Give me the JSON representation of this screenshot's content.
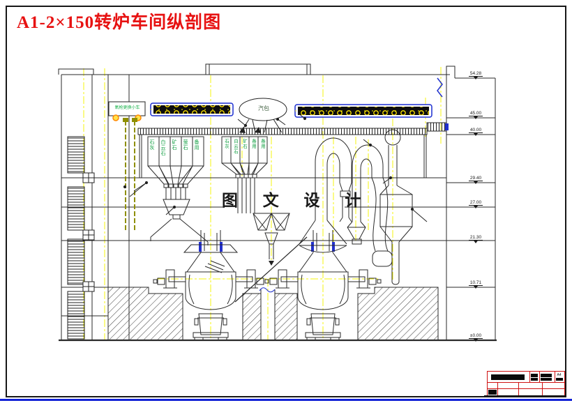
{
  "page": {
    "title": "A1-2×150转炉车间纵剖图",
    "watermark": "图 文 设 计"
  },
  "labels": {
    "steam_drum": "汽包",
    "lance_trolley": "氧枪更换小车"
  },
  "bins": {
    "group_a": {
      "labels": [
        "石灰",
        "白云石",
        "矿石",
        "萤石",
        "备用"
      ]
    },
    "group_b": {
      "labels": [
        "石灰",
        "白云石",
        "矿石",
        "备用",
        "备用"
      ]
    }
  },
  "elevations": [
    {
      "value": "54.28"
    },
    {
      "value": "45.00"
    },
    {
      "value": "40.00"
    },
    {
      "value": "29.40"
    },
    {
      "value": "27.00"
    },
    {
      "value": "21.30"
    },
    {
      "value": "10.71"
    },
    {
      "value": "±0.00"
    }
  ],
  "title_block": {
    "paper_size": "A4"
  },
  "colors": {
    "title_red": "#e71212",
    "axis_yellow": "#f5f500",
    "line_dark": "#2a2a2a",
    "crane_blue": "#1c2fd0",
    "label_green": "#14a044",
    "lance_olive": "#8f8f00",
    "wheel_orange": "#ff8800",
    "bottom_edge_blue": "#1222d6"
  }
}
